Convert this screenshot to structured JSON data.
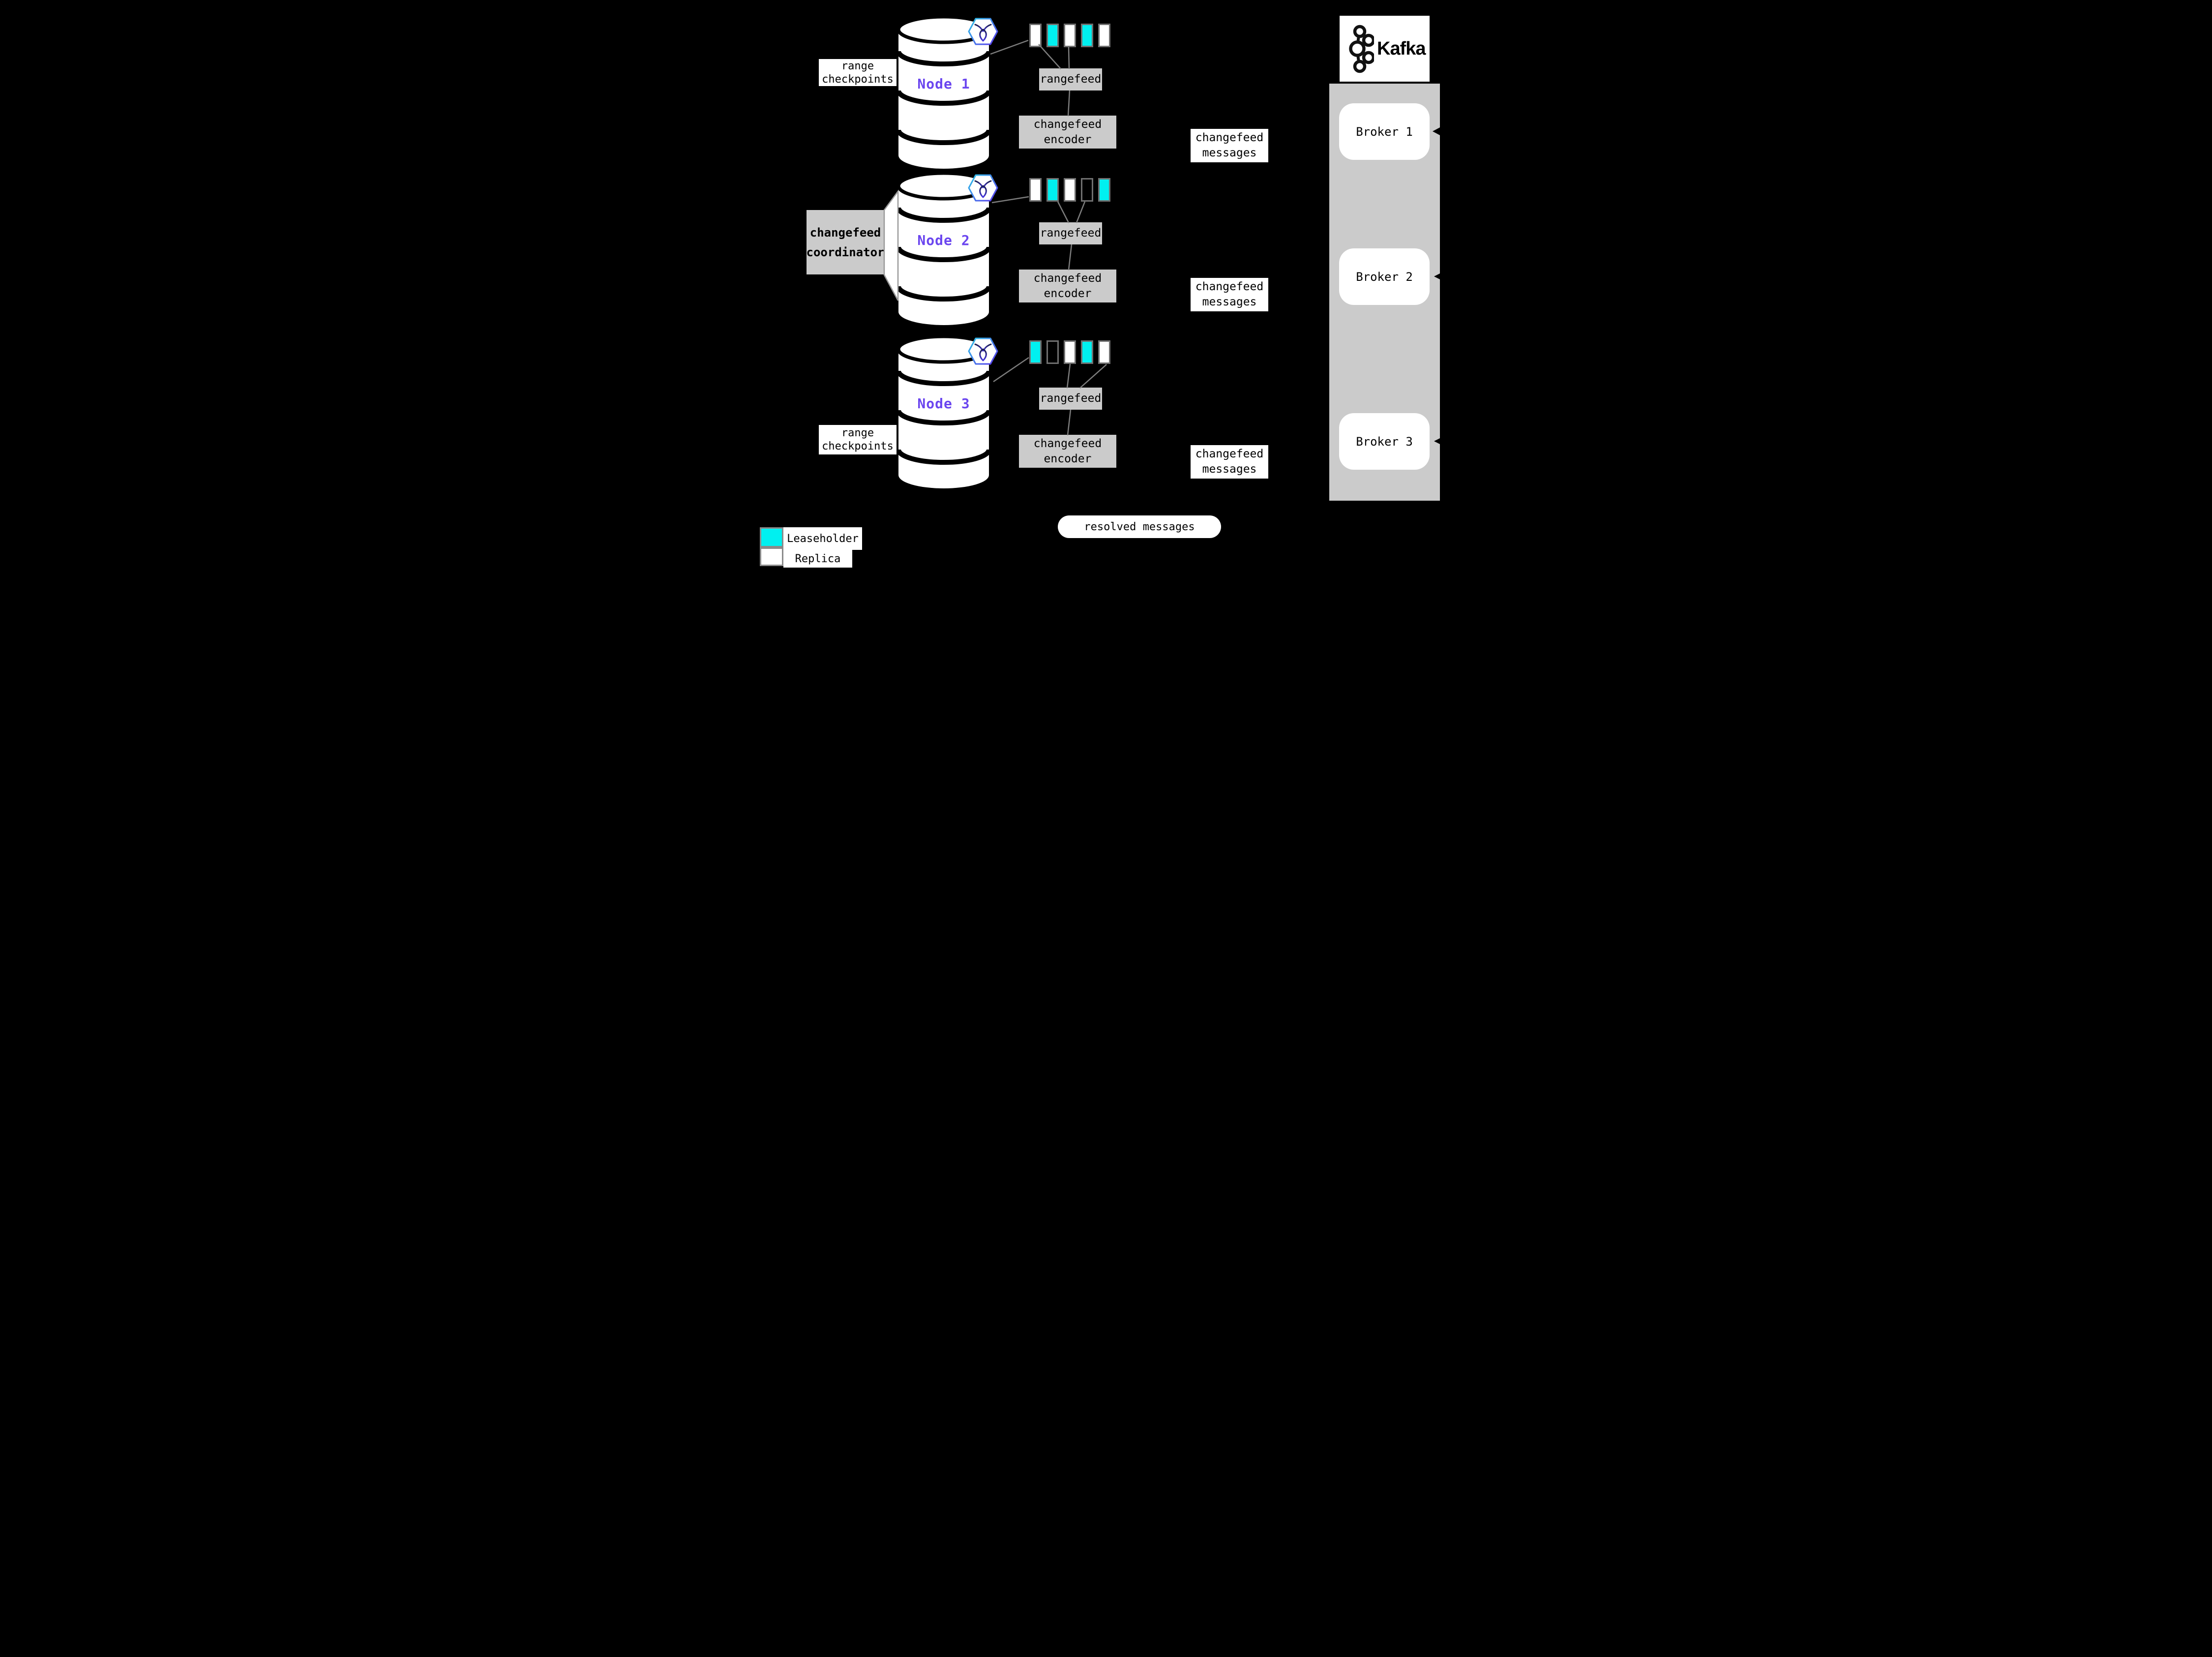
{
  "colors": {
    "background": "#000000",
    "leaseholder_fill": "#00F0F0",
    "replica_fill": "#FFFFFF",
    "panel_gray": "#CBCBCB",
    "connector_gray": "#7D7D7D",
    "node_name_purple": "#6B46EF"
  },
  "icons": {
    "node_badge": "cockroachdb-hexagon-logo",
    "kafka_badge": "kafka-circles-logo"
  },
  "nodes": [
    {
      "name": "Node 1",
      "checkpoint_label": [
        "range",
        "checkpoints"
      ],
      "ranges": [
        "replica",
        "leaseholder",
        "replica",
        "leaseholder",
        "replica"
      ],
      "rangefeed_label": "rangefeed",
      "encoder_label": [
        "changefeed",
        "encoder"
      ],
      "messages_label": [
        "changefeed",
        "messages"
      ]
    },
    {
      "name": "Node 2",
      "coordinator_label": [
        "changefeed",
        "coordinator"
      ],
      "ranges": [
        "replica",
        "leaseholder",
        "replica",
        "empty",
        "leaseholder"
      ],
      "rangefeed_label": "rangefeed",
      "encoder_label": [
        "changefeed",
        "encoder"
      ],
      "messages_label": [
        "changefeed",
        "messages"
      ]
    },
    {
      "name": "Node 3",
      "checkpoint_label": [
        "range",
        "checkpoints"
      ],
      "ranges": [
        "leaseholder",
        "empty",
        "replica",
        "leaseholder",
        "replica"
      ],
      "rangefeed_label": "rangefeed",
      "encoder_label": [
        "changefeed",
        "encoder"
      ],
      "messages_label": [
        "changefeed",
        "messages"
      ]
    }
  ],
  "kafka": {
    "logo_text": "Kafka",
    "brokers": [
      {
        "label": "Broker 1"
      },
      {
        "label": "Broker 2"
      },
      {
        "label": "Broker 3"
      }
    ]
  },
  "resolved_messages_label": "resolved messages",
  "legend": {
    "items": [
      {
        "label": "Leaseholder",
        "swatch": "leaseholder"
      },
      {
        "label": "Replica",
        "swatch": "replica"
      }
    ]
  }
}
